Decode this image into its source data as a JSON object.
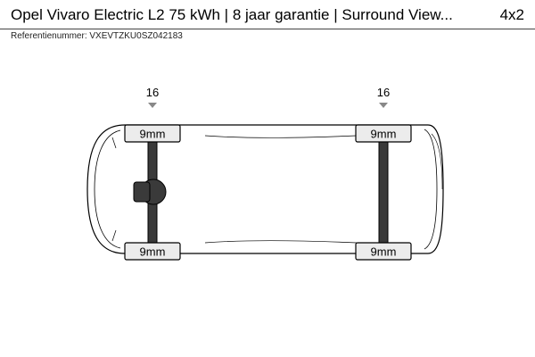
{
  "header": {
    "title": "Opel Vivaro Electric L2 75 kWh | 8 jaar garantie | Surround View...",
    "drive": "4x2"
  },
  "reference": "Referentienummer: VXEVTZKU0SZ042183",
  "axles": [
    {
      "position_label": "16",
      "tyre_top": "9mm",
      "tyre_bottom": "9mm",
      "driven": true
    },
    {
      "position_label": "16",
      "tyre_top": "9mm",
      "tyre_bottom": "9mm",
      "driven": false
    }
  ],
  "colors": {
    "axle": "#3a3a3a",
    "outline": "#000000",
    "tyre_fill": "#ececec"
  }
}
